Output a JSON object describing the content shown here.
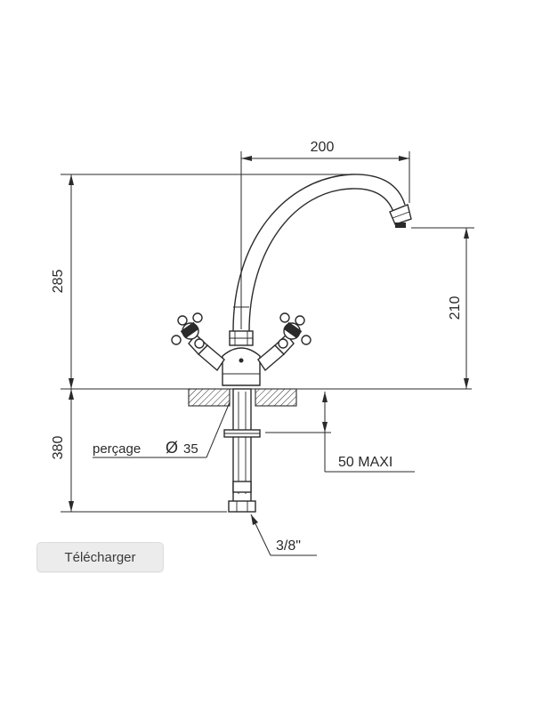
{
  "drawing": {
    "dimensions": {
      "spout_reach": "200",
      "total_height": "285",
      "spout_height": "210",
      "under_counter_length": "380",
      "max_counter_thickness": "50 MAXI",
      "connection": "3/8\""
    },
    "drilling_label": "perçage",
    "drilling_diameter_symbol": "Ø",
    "drilling_diameter_value": "35"
  },
  "download_button": {
    "label": "Télécharger"
  }
}
